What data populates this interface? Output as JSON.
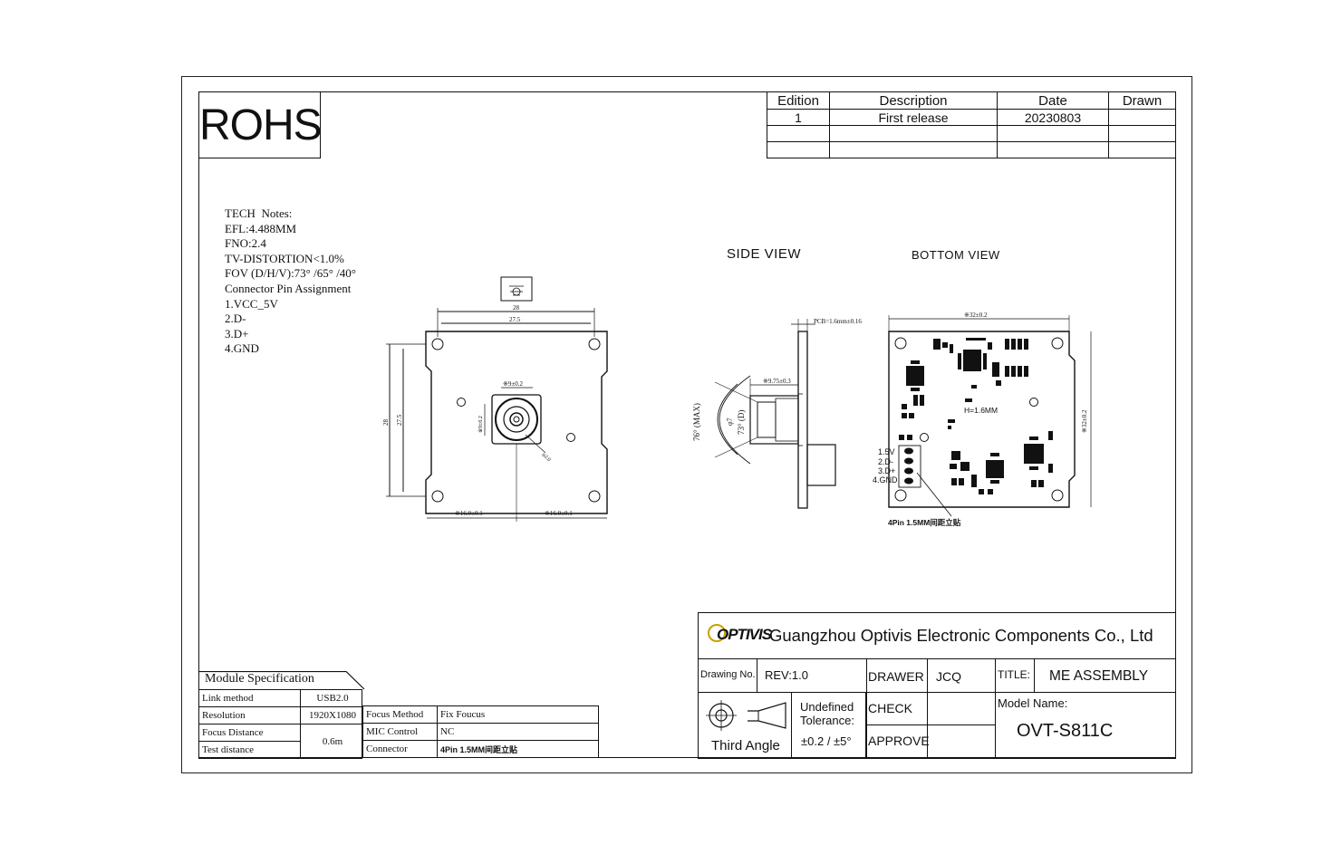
{
  "rohs_label": "ROHS",
  "revision_table": {
    "headers": [
      "Edition",
      "Description",
      "Date",
      "Drawn"
    ],
    "rows": [
      [
        "1",
        "First release",
        "20230803",
        ""
      ],
      [
        "",
        "",
        "",
        ""
      ],
      [
        "",
        "",
        "",
        ""
      ]
    ]
  },
  "tech_notes": {
    "lines": [
      "TECH  Notes:",
      "EFL:4.488MM",
      "FNO:2.4",
      "TV-DISTORTION<1.0%",
      "FOV (D/H/V):73° /65° /40°",
      "Connector Pin Assignment",
      "1.VCC_5V",
      "2.D-",
      "3.D+",
      "4.GND"
    ]
  },
  "views": {
    "side_label": "SIDE  VIEW",
    "bottom_label": "BOTTOM  VIEW"
  },
  "dimensions": {
    "front_28": "28",
    "front_27_5": "27.5",
    "front_left_28": "28",
    "front_left_27_5": "27.5",
    "lens_9": "※9±0.2",
    "lens_9b": "※9±0.2",
    "lens_hole": "※16.0±0.1",
    "lens_hole2": "※16.0±0.1",
    "hole_dia": "φ2.0",
    "side_pcb": "PCB=1.6mm±0.16",
    "side_9_75": "※9.75±0.3",
    "side_angle_max": "76° (MAX)",
    "side_angle_d": "73° (D)",
    "side_dia": "φ7",
    "bottom_width": "※32±0.2",
    "bottom_height": "※32±0.2",
    "bottom_h": "H=1.6MM",
    "pin1": "1.5V",
    "pin2": "2.D-",
    "pin3": "3.D+",
    "pin4": "4.GND",
    "connector_note": "4Pin 1.5MM间距立贴"
  },
  "module_spec": {
    "title": "Module Specification",
    "rows": [
      [
        "Link method",
        "USB2.0"
      ],
      [
        "Resolution",
        "1920X1080"
      ],
      [
        "Focus Distance",
        "0.6m"
      ],
      [
        "Test distance",
        ""
      ]
    ],
    "right_rows": [
      [
        "Focus Method",
        "Fix Foucus"
      ],
      [
        "MIC Control",
        "NC"
      ],
      [
        "Connector",
        "4Pin 1.5MM间距立贴"
      ]
    ]
  },
  "title_block": {
    "logo_text": "OPTIVIS",
    "company": "Guangzhou Optivis Electronic Components Co., Ltd",
    "drawing_no_label": "Drawing No.",
    "rev": "REV:1.0",
    "drawer_label": "DRAWER",
    "drawer_value": "JCQ",
    "title_label": "TITLE:",
    "title_value": "ME ASSEMBLY",
    "check_label": "CHECK",
    "approve_label": "APPROVE",
    "model_label": "Model Name:",
    "model_value": "OVT-S811C",
    "projection": "Third Angle",
    "tolerance_label": "Undefined Tolerance:",
    "tolerance_value": "±0.2 / ±5°"
  }
}
